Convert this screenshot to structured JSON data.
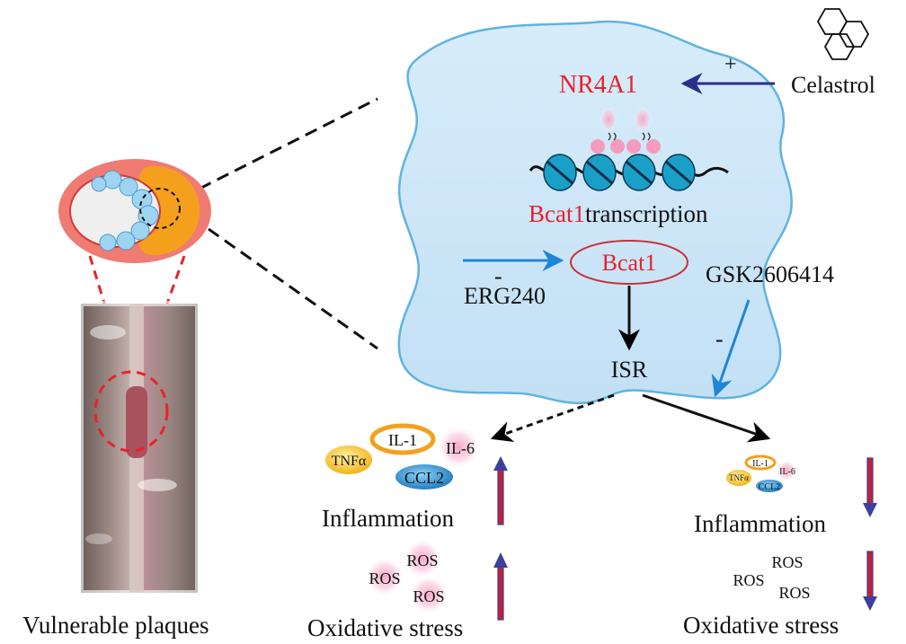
{
  "title": "",
  "compound": {
    "label": "Celastrol",
    "activation_sign": "+"
  },
  "cell": {
    "nr4a1": "NR4A1",
    "bcat1_gene": "Bcat1",
    "transcription": "transcription",
    "bcat1_protein": "Bcat1",
    "isr": "ISR"
  },
  "inhibitors": {
    "erg240": {
      "label": "ERG240",
      "sign": "-"
    },
    "gsk": {
      "label": "GSK2606414",
      "sign": "-"
    }
  },
  "left_outcome": {
    "cytokines": [
      "TNFα",
      "IL-1",
      "IL-6",
      "CCL2"
    ],
    "inflammation": "Inflammation",
    "ros": [
      "ROS",
      "ROS",
      "ROS"
    ],
    "oxidative_stress": "Oxidative stress",
    "direction": "up"
  },
  "right_outcome": {
    "cytokines": [
      "TNFα",
      "IL-1",
      "IL-6",
      "CCL2"
    ],
    "inflammation": "Inflammation",
    "ros": [
      "ROS",
      "ROS",
      "ROS"
    ],
    "oxidative_stress": "Oxidative stress",
    "direction": "down"
  },
  "plaque": {
    "caption": "Vulnerable plaques"
  },
  "colors": {
    "highlight_red": "#e8222a",
    "cell_fill": "#cfe6f7",
    "cell_stroke": "#5fb3e0",
    "nucleosome": "#1a9fc9",
    "activation_arrow": "#2a2f8c",
    "inhibitor_arrow": "#1f86d6",
    "cytokine_orange": "#f6a623",
    "cytokine_blue": "#2f8fd0",
    "cytokine_pink": "#f59bbd",
    "updown_arrow_red": "#c41f33",
    "updown_arrow_blue": "#3b3f9e"
  }
}
